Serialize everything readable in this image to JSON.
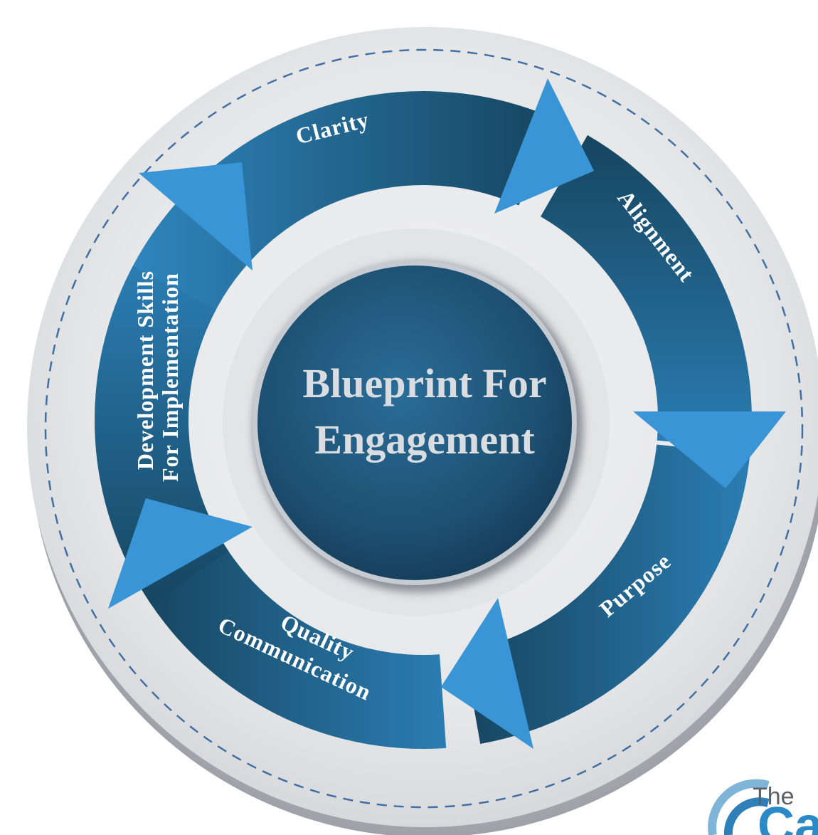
{
  "diagram": {
    "center": {
      "title_line1": "Blueprint For",
      "title_line2": "Engagement"
    },
    "segments": [
      {
        "id": "clarity",
        "label": "Clarity"
      },
      {
        "id": "alignment",
        "label": "Alignment"
      },
      {
        "id": "purpose",
        "label": "Purpose"
      },
      {
        "id": "quality",
        "label_line1": "Quality",
        "label_line2": "Communication"
      },
      {
        "id": "development",
        "label_line1": "Development Skills",
        "label_line2": "For Implementation"
      }
    ]
  },
  "logo": {
    "word1": "The",
    "word2": "Ca"
  },
  "colors": {
    "ring_dark": "#16455f",
    "ring_mid": "#236b96",
    "ring_light": "#2f87c0",
    "arrow": "#3a95d6",
    "plate": "#e7e8ea",
    "dashed": "#3f6fa3",
    "center": "#1f5478",
    "center_text": "#d9dde2"
  }
}
